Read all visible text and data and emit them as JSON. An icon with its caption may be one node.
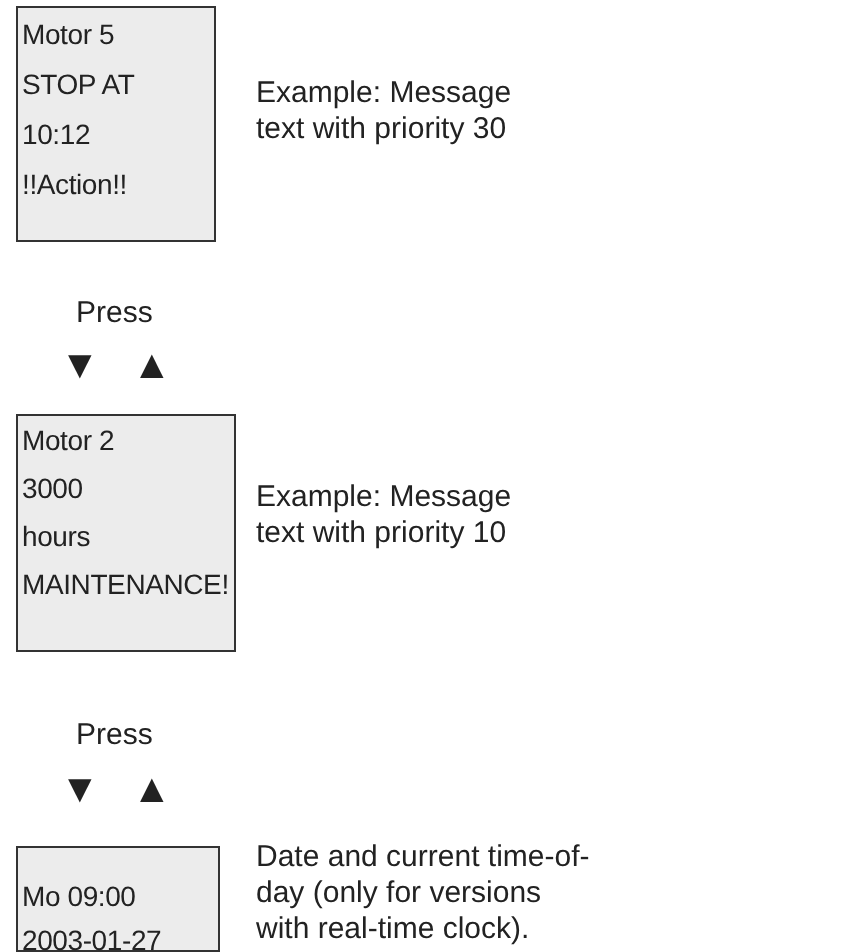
{
  "diagram": {
    "nodes": [
      {
        "text": [
          "Motor 5",
          "STOP AT",
          "10:12",
          "!!Action!!"
        ],
        "beside": [
          "Example: Message text with priority 30"
        ]
      },
      {
        "text": [
          "Motor 2",
          "3000",
          "hours",
          "MAINTENANCE!"
        ],
        "beside": [
          "Example: Message text with priority 10"
        ]
      },
      {
        "text": [
          "Mo 09:00",
          "2003-01-27"
        ],
        "beside": [
          "Date and current time-of-day (only for versions with real-time clock)."
        ]
      }
    ],
    "labels": [
      "Press",
      "▼",
      "▲",
      "Press",
      "▼",
      "▲"
    ]
  }
}
